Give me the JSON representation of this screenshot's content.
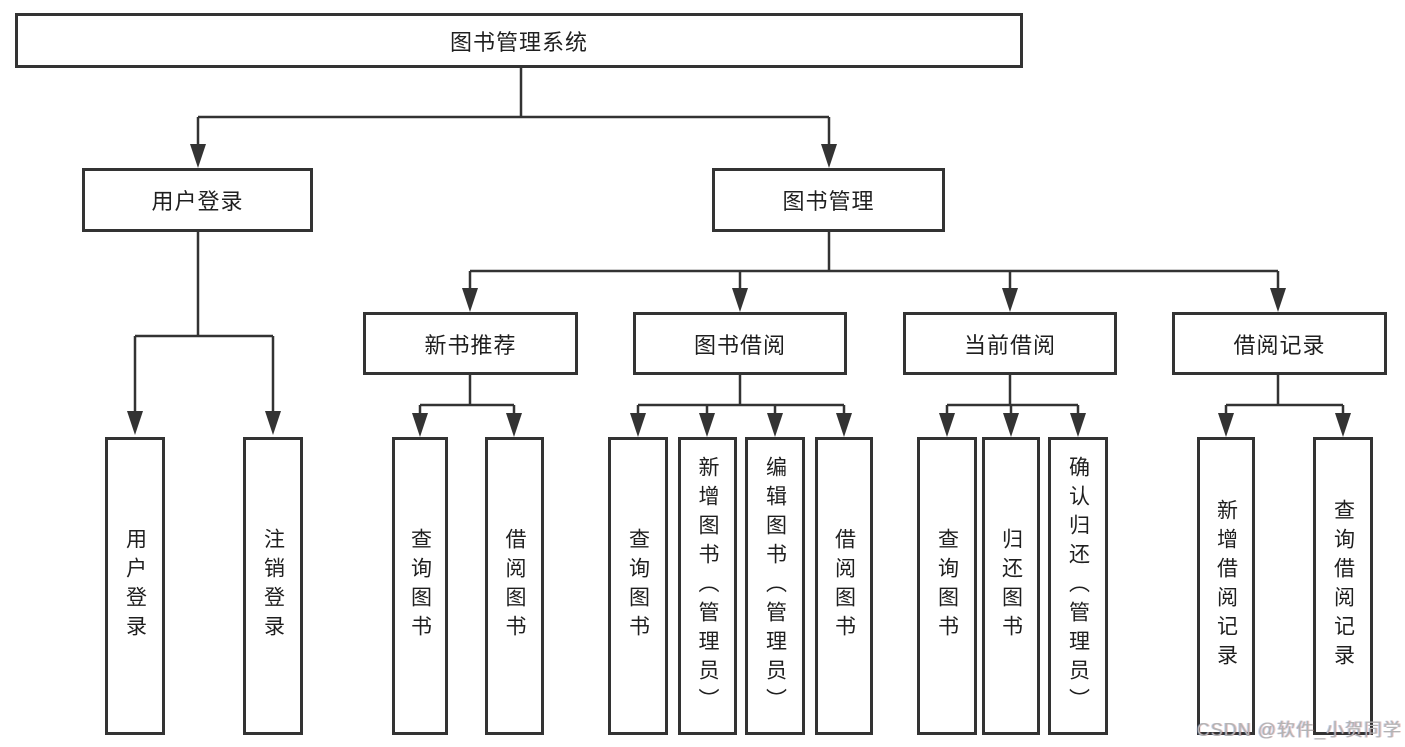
{
  "diagram": {
    "title": "图书管理系统",
    "tree": {
      "label": "图书管理系统",
      "children": [
        {
          "label": "用户登录",
          "children": [
            {
              "label": "用户登录"
            },
            {
              "label": "注销登录"
            }
          ]
        },
        {
          "label": "图书管理",
          "children": [
            {
              "label": "新书推荐",
              "children": [
                {
                  "label": "查询图书"
                },
                {
                  "label": "借阅图书"
                }
              ]
            },
            {
              "label": "图书借阅",
              "children": [
                {
                  "label": "查询图书"
                },
                {
                  "label": "新增图书（管理员）"
                },
                {
                  "label": "编辑图书（管理员）"
                },
                {
                  "label": "借阅图书"
                }
              ]
            },
            {
              "label": "当前借阅",
              "children": [
                {
                  "label": "查询图书"
                },
                {
                  "label": "归还图书"
                },
                {
                  "label": "确认归还（管理员）"
                }
              ]
            },
            {
              "label": "借阅记录",
              "children": [
                {
                  "label": "新增借阅记录"
                },
                {
                  "label": "查询借阅记录"
                }
              ]
            }
          ]
        }
      ]
    }
  },
  "watermark": {
    "text": "CSDN @软件_小贺同学"
  },
  "colors": {
    "line": "#333333",
    "text": "#1f1f1f",
    "watermark": "#b3b3b3",
    "background": "#ffffff"
  }
}
